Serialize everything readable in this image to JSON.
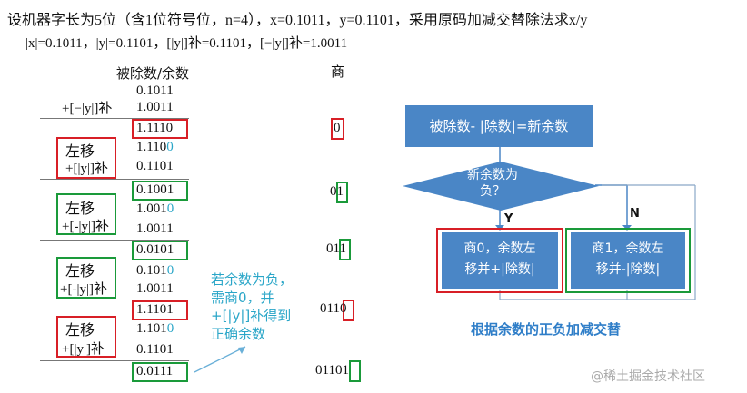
{
  "header": {
    "line1": "设机器字长为5位（含1位符号位，n=4），x=0.1011，y=0.1101，采用原码加减交替除法求x/y",
    "line2": "|x|=0.1011，|y|=0.1101，[|y|]补=0.1101，[−|y|]补=1.0011"
  },
  "table": {
    "col_header_dividend": "被除数/余数",
    "col_header_quotient": "商",
    "rows": [
      {
        "value": "0.1011"
      },
      {
        "op": "+[−|y|]补",
        "value": "1.0011"
      },
      {
        "value": "1.1110",
        "quotient": "0"
      },
      {
        "op1": "左移",
        "value": "1.1100"
      },
      {
        "op2": "+[|y|]补",
        "value": "0.1101"
      },
      {
        "value": "0.1001",
        "quotient": "01"
      },
      {
        "op1": "左移",
        "value": "1.0010"
      },
      {
        "op2": "+[-|y|]补",
        "value": "1.0011"
      },
      {
        "value": "0.0101",
        "quotient": "011"
      },
      {
        "op1": "左移",
        "value": "0.1010"
      },
      {
        "op2": "+[-|y|]补",
        "value": "1.0011"
      },
      {
        "value": "1.1101",
        "quotient": "0110"
      },
      {
        "op1": "左移",
        "value": "1.1010"
      },
      {
        "op2": "+[|y|]补",
        "value": "0.1101"
      },
      {
        "value": "0.0111",
        "quotient": "01101"
      }
    ]
  },
  "annotation": {
    "line1": "若余数为负，",
    "line2": "需商0，并",
    "line3": "+[|y|]补得到",
    "line4": "正确余数"
  },
  "flowchart": {
    "start": "被除数- |除数|=新余数",
    "decision_line1": "新余数为",
    "decision_line2": "负？",
    "yes": "Y",
    "no": "N",
    "left_line1": "商0，余数左",
    "left_line2": "移并+|除数|",
    "right_line1": "商1，余数左",
    "right_line2": "移并-|除数|",
    "caption": "根据余数的正负加减交替"
  },
  "watermark": "@稀土掘金技术社区",
  "colors": {
    "red": "#d81f26",
    "green": "#1a9a3a",
    "blue_box": "#4a86c6",
    "cyan_text": "#2aa6c8"
  }
}
